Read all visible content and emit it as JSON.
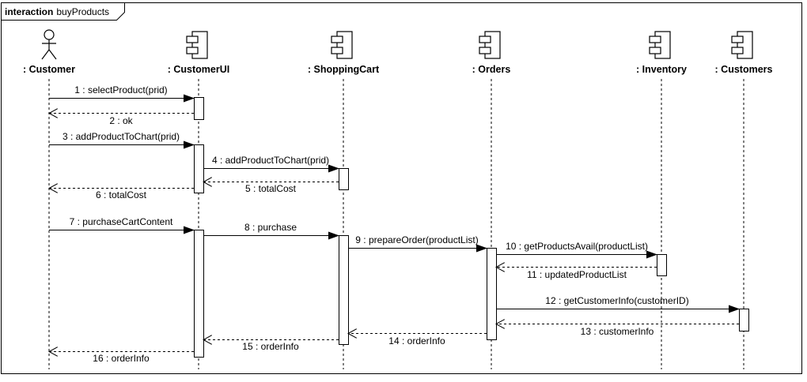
{
  "frame": {
    "keyword": "interaction",
    "name": "buyProducts"
  },
  "lifelines": [
    {
      "id": "customer",
      "label": ": Customer",
      "kind": "actor",
      "icon": "actor-icon"
    },
    {
      "id": "customerui",
      "label": ": CustomerUI",
      "kind": "component",
      "icon": "component-icon"
    },
    {
      "id": "shoppingcart",
      "label": ": ShoppingCart",
      "kind": "component",
      "icon": "component-icon"
    },
    {
      "id": "orders",
      "label": ": Orders",
      "kind": "component",
      "icon": "component-icon"
    },
    {
      "id": "inventory",
      "label": ": Inventory",
      "kind": "component",
      "icon": "component-icon"
    },
    {
      "id": "customers",
      "label": ": Customers",
      "kind": "component",
      "icon": "component-icon"
    }
  ],
  "messages": [
    {
      "label": "1 : selectProduct(prid)",
      "from": "customer",
      "to": "customerui",
      "type": "call"
    },
    {
      "label": "2 : ok",
      "from": "customerui",
      "to": "customer",
      "type": "return"
    },
    {
      "label": "3 : addProductToChart(prid)",
      "from": "customer",
      "to": "customerui",
      "type": "call"
    },
    {
      "label": "4 : addProductToChart(prid)",
      "from": "customerui",
      "to": "shoppingcart",
      "type": "call"
    },
    {
      "label": "5 : totalCost",
      "from": "shoppingcart",
      "to": "customerui",
      "type": "return"
    },
    {
      "label": "6 : totalCost",
      "from": "customerui",
      "to": "customer",
      "type": "return"
    },
    {
      "label": "7 : purchaseCartContent",
      "from": "customer",
      "to": "customerui",
      "type": "call"
    },
    {
      "label": "8 : purchase",
      "from": "customerui",
      "to": "shoppingcart",
      "type": "call"
    },
    {
      "label": "9 : prepareOrder(productList)",
      "from": "shoppingcart",
      "to": "orders",
      "type": "call"
    },
    {
      "label": "10 : getProductsAvail(productList)",
      "from": "orders",
      "to": "inventory",
      "type": "call"
    },
    {
      "label": "11 : updatedProductList",
      "from": "inventory",
      "to": "orders",
      "type": "return"
    },
    {
      "label": "12 : getCustomerInfo(customerID)",
      "from": "orders",
      "to": "customers",
      "type": "call"
    },
    {
      "label": "13 : customerInfo",
      "from": "customers",
      "to": "orders",
      "type": "return"
    },
    {
      "label": "14 : orderInfo",
      "from": "orders",
      "to": "shoppingcart",
      "type": "return"
    },
    {
      "label": "15 : orderInfo",
      "from": "shoppingcart",
      "to": "customerui",
      "type": "return"
    },
    {
      "label": "16 : orderInfo",
      "from": "customerui",
      "to": "customer",
      "type": "return"
    }
  ]
}
